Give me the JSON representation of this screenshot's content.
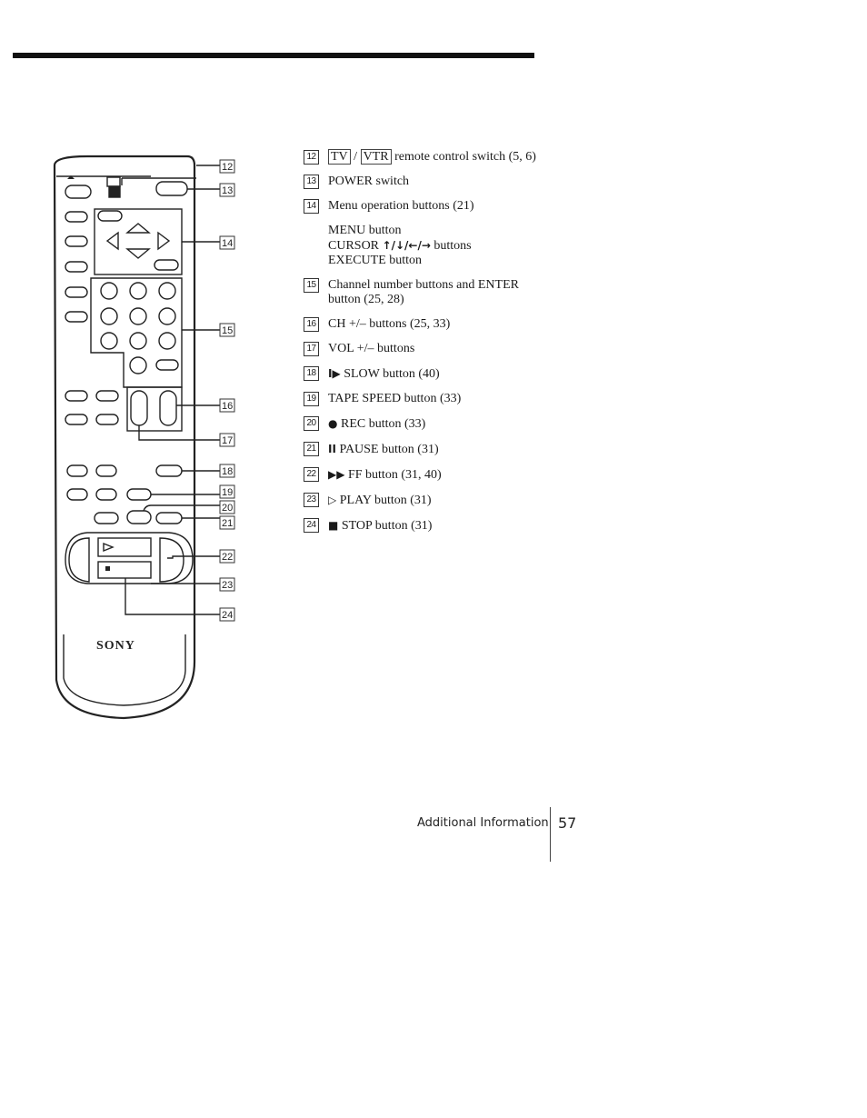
{
  "remote": {
    "brand": "SONY",
    "callouts": [
      "12",
      "13",
      "14",
      "15",
      "16",
      "17",
      "18",
      "19",
      "20",
      "21",
      "22",
      "23",
      "24"
    ]
  },
  "items": [
    {
      "num": "12",
      "tv": "TV",
      "sep": " / ",
      "vtr": "VTR",
      "text": " remote control switch (5, 6)"
    },
    {
      "num": "13",
      "text": "POWER switch"
    },
    {
      "num": "14",
      "text": "Menu operation buttons (21)",
      "sub": {
        "menu": "MENU button",
        "cursor_prefix": "CURSOR ",
        "cursor_arrows": "↑/↓/←/→",
        "cursor_suffix": " buttons",
        "execute": "EXECUTE button"
      }
    },
    {
      "num": "15",
      "text": "Channel number buttons and ENTER button (25, 28)"
    },
    {
      "num": "16",
      "text": "CH +/– buttons (25, 33)"
    },
    {
      "num": "17",
      "text": "VOL +/– buttons"
    },
    {
      "num": "18",
      "sym": "I▶",
      "text": "SLOW button (40)"
    },
    {
      "num": "19",
      "text": "TAPE SPEED button (33)"
    },
    {
      "num": "20",
      "sym": "●",
      "text": "REC button (33)"
    },
    {
      "num": "21",
      "sym": "II",
      "text": "PAUSE button (31)"
    },
    {
      "num": "22",
      "sym": "▶▶",
      "text": "FF button (31, 40)"
    },
    {
      "num": "23",
      "sym": "▷",
      "text": "PLAY button (31)"
    },
    {
      "num": "24",
      "sym": "■",
      "text": "STOP button (31)"
    }
  ],
  "footer": {
    "section": "Additional Information",
    "page": "57"
  }
}
